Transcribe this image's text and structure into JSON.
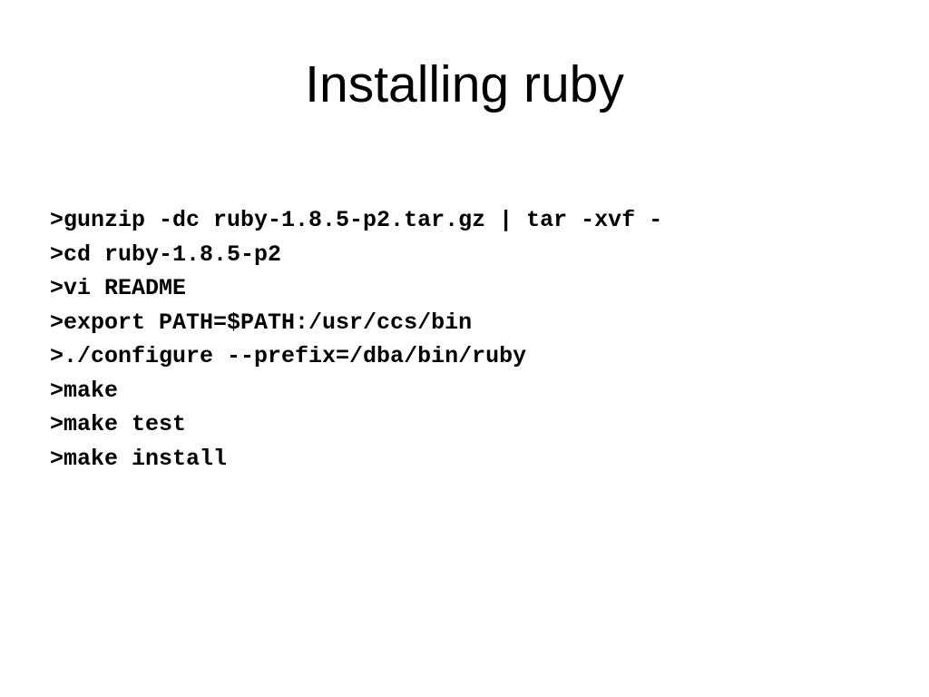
{
  "slide": {
    "title": "Installing ruby",
    "commands": [
      ">gunzip -dc ruby-1.8.5-p2.tar.gz | tar -xvf -",
      ">cd ruby-1.8.5-p2",
      ">vi README",
      ">export PATH=$PATH:/usr/ccs/bin",
      ">./configure --prefix=/dba/bin/ruby",
      ">make",
      ">make test",
      ">make install"
    ]
  }
}
